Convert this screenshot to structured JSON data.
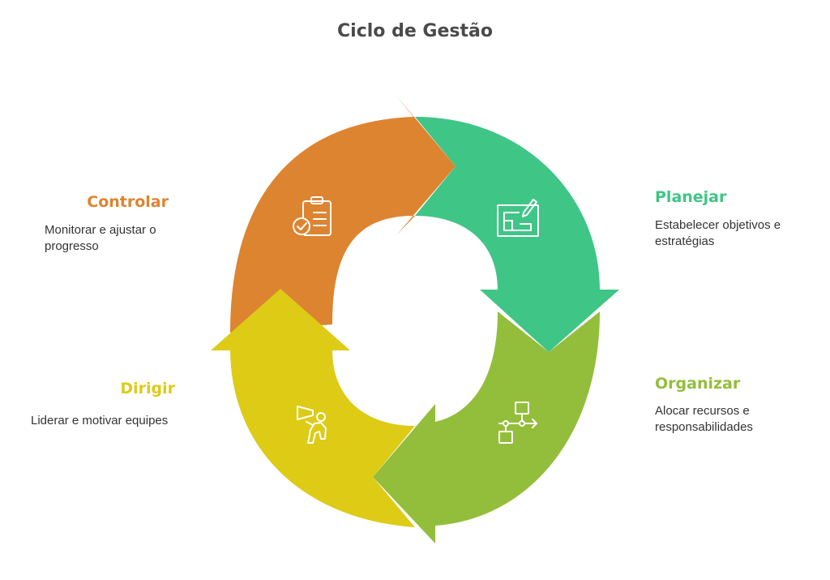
{
  "title": "Ciclo de Gestão",
  "colors": {
    "controlar": "#DD8431",
    "planejar": "#3FC586",
    "organizar": "#93BE3B",
    "dirigir": "#DDCB16",
    "icon": "#ffffff",
    "text": "#333333",
    "title": "#4a4a4a"
  },
  "stages": {
    "controlar": {
      "label": "Controlar",
      "description": "Monitorar e ajustar o progresso",
      "icon": "clipboard-check-icon"
    },
    "planejar": {
      "label": "Planejar",
      "description": "Estabelecer objetivos e estratégias",
      "icon": "blueprint-pencil-icon"
    },
    "organizar": {
      "label": "Organizar",
      "description": "Alocar recursos e responsabilidades",
      "icon": "flowchart-icon"
    },
    "dirigir": {
      "label": "Dirigir",
      "description": "Liderar e motivar equipes",
      "icon": "megaphone-person-icon"
    }
  }
}
